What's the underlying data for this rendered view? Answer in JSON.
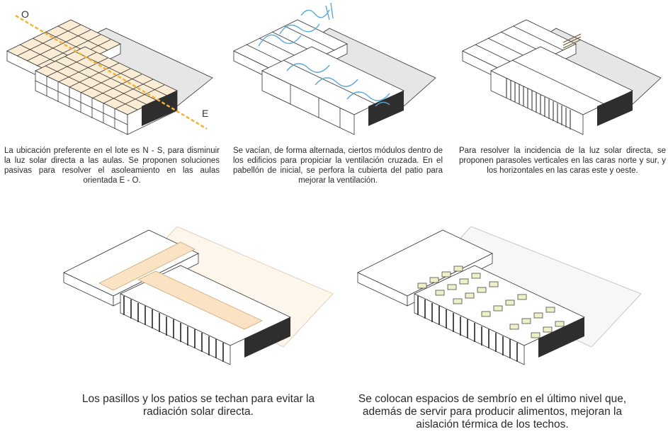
{
  "panels": [
    {
      "caption": "La ubicación preferente en el lote es N - S, para disminuir la luz solar directa a las aulas. Se proponen soluciones pasivas para resolver el asoleamiento en las aulas orientada E - O.",
      "label_west": "O",
      "label_east": "E"
    },
    {
      "caption": "Se vacían, de forma alternada, ciertos módulos dentro de los edificios para propiciar la ventilación cruzada. En el pabellón de inicial, se perfora la cubierta del patio para mejorar la ventilación."
    },
    {
      "caption": "Para resolver la incidencia de la luz solar directa, se proponen parasoles verticales en las caras norte y sur, y los horizontales en las caras este y oeste."
    },
    {
      "caption": "Los pasillos y los patios se techan para evitar la radiación solar directa."
    },
    {
      "caption": "Se colocan espacios de sembrío en el último nivel que, además de servir para producir alimentos, mejoran la aislación térmica de los techos."
    }
  ],
  "colors": {
    "line": "#333333",
    "ground": "#e6e6e6",
    "cream": "#fbecd6",
    "sun_axis": "#f2b233",
    "wind": "#5aa9d8",
    "dark": "#2e2e2e",
    "planter": "#eef0c8"
  }
}
